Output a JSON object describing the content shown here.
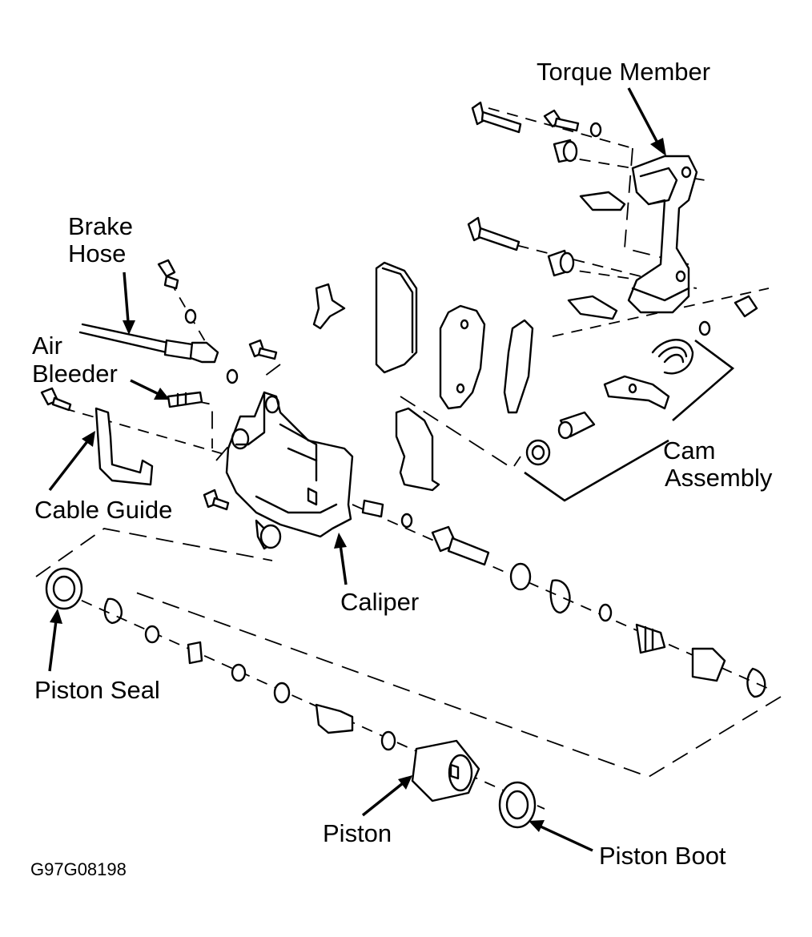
{
  "diagram": {
    "labels": {
      "torque_member": "Torque Member",
      "brake_hose_line1": "Brake",
      "brake_hose_line2": "Hose",
      "air_bleeder_line1": "Air",
      "air_bleeder_line2": "Bleeder",
      "cable_guide": "Cable Guide",
      "cam_assembly_line1": "Cam",
      "cam_assembly_line2": "Assembly",
      "caliper": "Caliper",
      "piston_seal": "Piston Seal",
      "piston": "Piston",
      "piston_boot": "Piston Boot"
    },
    "figure_code": "G97G08198"
  }
}
